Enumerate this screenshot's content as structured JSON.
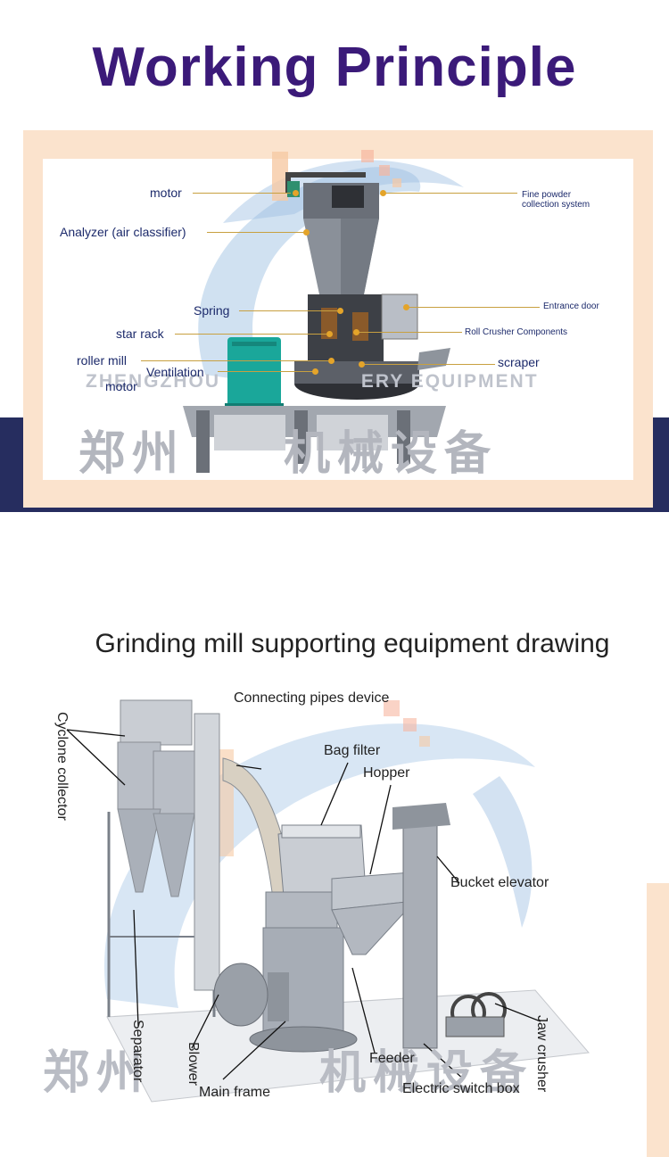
{
  "header": {
    "title": "Working Principle"
  },
  "diagram1": {
    "watermark_en": "ZHENGZHOU",
    "watermark_en_tail": "ERY EQUIPMENT",
    "watermark_cn": "郑州",
    "watermark_cn_tail": "机械设备",
    "labels": {
      "motor": "motor",
      "analyzer": "Analyzer (air classifier)",
      "spring": "Spring",
      "star_rack": "star rack",
      "roller_mill": "roller mill",
      "ventilation": "Ventilation",
      "motor_bottom": "motor",
      "fine_powder_1": "Fine powder",
      "fine_powder_2": "collection system",
      "entrance_door": "Entrance door",
      "roll_crusher": "Roll Crusher Components",
      "scraper": "scraper"
    }
  },
  "diagram2": {
    "title": "Grinding mill supporting equipment drawing",
    "watermark_cn": "郑州",
    "watermark_cn_tail": "机械设备",
    "labels": {
      "connecting_pipes": "Connecting pipes device",
      "bag_filter": "Bag filter",
      "hopper": "Hopper",
      "bucket_elevator": "Bucket elevator",
      "cyclone_collector": "Cyclone collector",
      "separator": "Separator",
      "blower": "Blower",
      "main_frame": "Main frame",
      "feeder": "Feeder",
      "electric_switch_box": "Electric switch box",
      "jaw_crusher": "Jaw crusher"
    }
  }
}
